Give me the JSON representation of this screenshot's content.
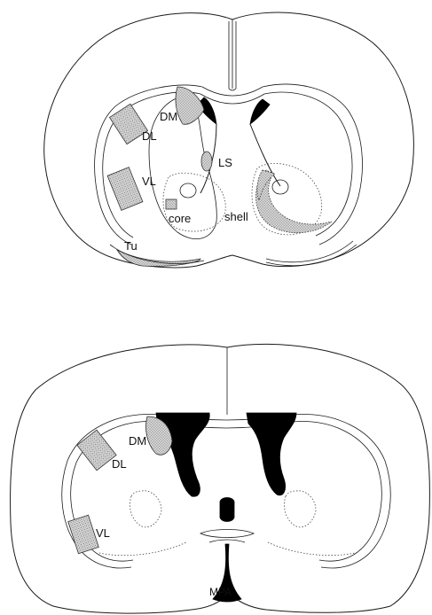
{
  "upper_section": {
    "labels": {
      "dm": "DM",
      "dl": "DL",
      "vl": "VL",
      "ls": "LS",
      "core": "core",
      "shell": "shell",
      "tu": "Tu"
    }
  },
  "lower_section": {
    "labels": {
      "dm": "DM",
      "dl": "DL",
      "vl": "VL",
      "mpa": "MPA"
    }
  },
  "colors": {
    "line": "#1a1a1a",
    "fill_dark": "#000000",
    "stipple": "#9a9a9a",
    "background": "#ffffff"
  }
}
